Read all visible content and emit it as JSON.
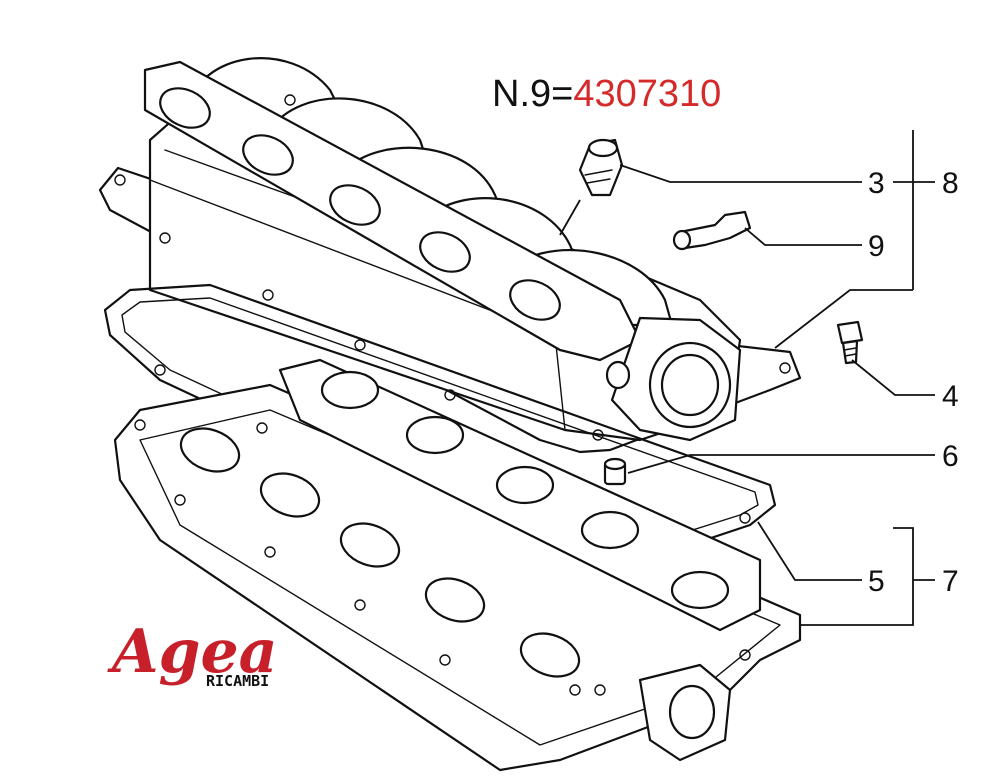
{
  "title": {
    "prefix": "N.9=",
    "code": "4307310"
  },
  "labels": [
    "3",
    "8",
    "9",
    "4",
    "6",
    "5",
    "7"
  ],
  "logo": {
    "name": "Agea",
    "sub": "RICAMBI"
  },
  "colors": {
    "accent": "#d42a2a",
    "logo": "#c8202a",
    "ink": "#111111"
  }
}
